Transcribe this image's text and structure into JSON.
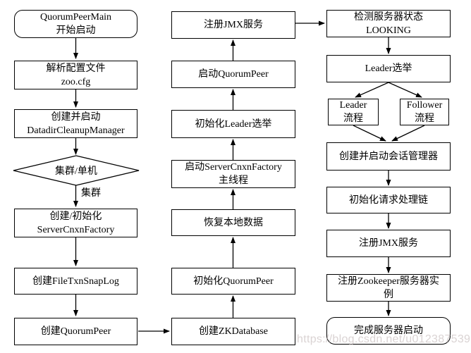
{
  "watermark": "https://blog.csdn.net/u012387539",
  "labels": {
    "cluster_branch": "集群"
  },
  "nodes": {
    "start": "QuorumPeerMain\n开始启动",
    "parse_config": "解析配置文件\nzoo.cfg",
    "datadir_cleanup": "创建并启动\nDatadirCleanupManager",
    "cluster_check": "集群/单机",
    "create_server_cnxn_factory": "创建/初始化\nServerCnxnFactory",
    "create_file_txn_snap_log": "创建FileTxnSnapLog",
    "create_quorum_peer": "创建QuorumPeer",
    "create_zk_database": "创建ZKDatabase",
    "init_quorum_peer": "初始化QuorumPeer",
    "restore_local_data": "恢复本地数据",
    "start_server_cnxn_factory": "启动ServerCnxnFactory\n主线程",
    "init_leader_election": "初始化Leader选举",
    "start_quorum_peer": "启动QuorumPeer",
    "register_jmx_mid": "注册JMX服务",
    "check_server_state": "检测服务器状态\nLOOKING",
    "leader_election": "Leader选举",
    "leader_flow": "Leader\n流程",
    "follower_flow": "Follower\n流程",
    "create_session_manager": "创建并启动会话管理器",
    "init_request_chain": "初始化请求处理链",
    "register_jmx_right": "注册JMX服务",
    "register_zk_instance": "注册Zookeeper服务器实\n例",
    "finish_startup": "完成服务器启动"
  }
}
